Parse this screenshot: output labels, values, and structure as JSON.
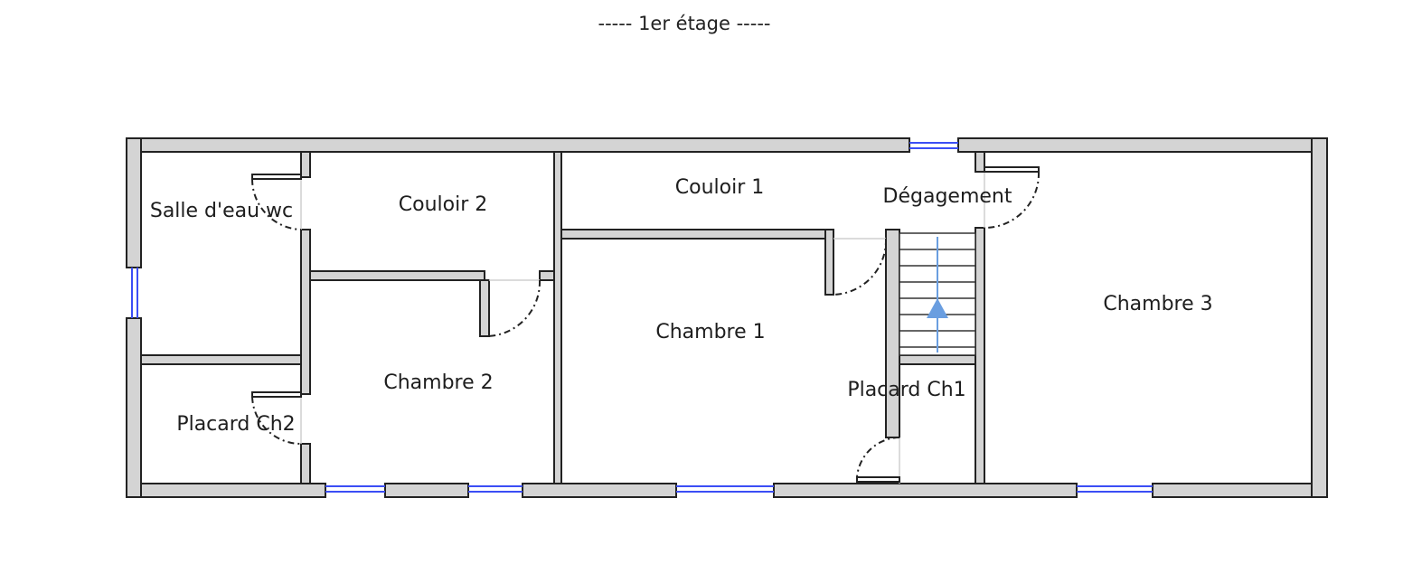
{
  "title": "----- 1er étage -----",
  "rooms": {
    "salle_eau_wc": "Salle d'eau wc",
    "couloir_2": "Couloir 2",
    "couloir_1": "Couloir 1",
    "degagement": "Dégagement",
    "chambre_3": "Chambre 3",
    "chambre_1": "Chambre 1",
    "chambre_2": "Chambre 2",
    "placard_ch1": "Placard Ch1",
    "placard_ch2": "Placard Ch2"
  },
  "colors": {
    "wall_fill": "#d4d4d4",
    "wall_stroke": "#222222",
    "window": "#3b4ef5",
    "stair_arrow": "#6a9ee0"
  },
  "icons": {
    "stair_direction": "up-arrow"
  }
}
